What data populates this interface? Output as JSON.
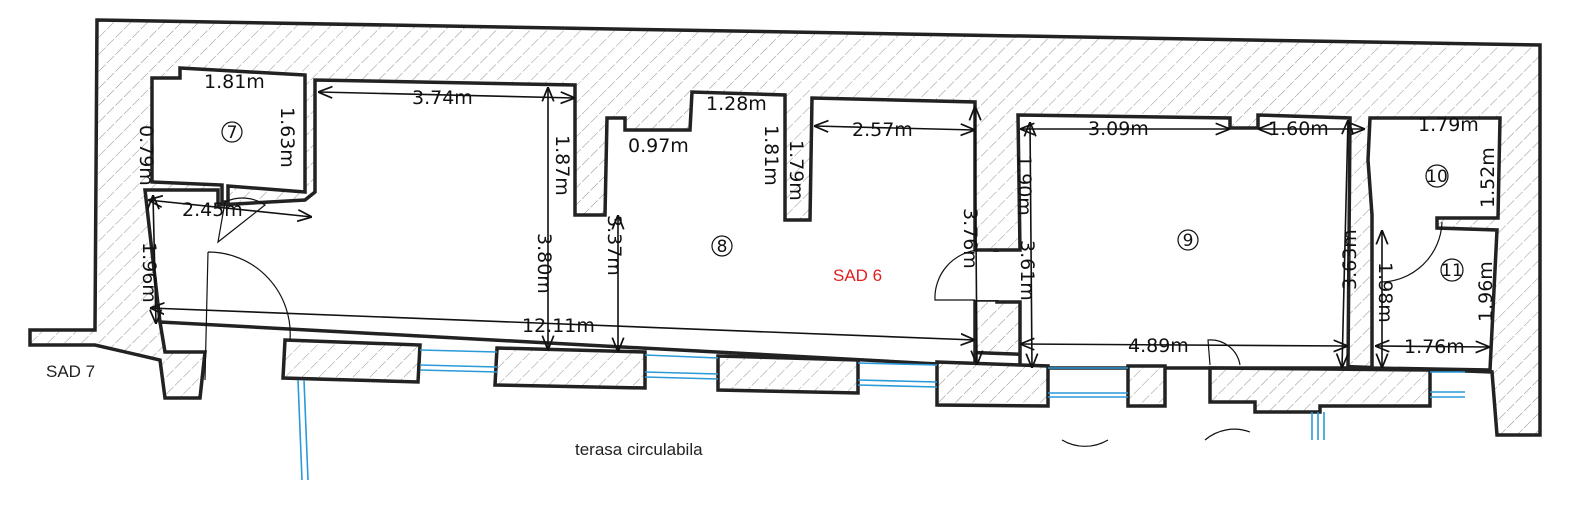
{
  "labels": {
    "zone_main": "SAD 6",
    "zone_left": "SAD 7",
    "terrace": "terasa circulabila"
  },
  "rooms": [
    "7",
    "8",
    "9",
    "10",
    "11"
  ],
  "dimensions": {
    "r7_top": "1.81m",
    "r7_right": "1.63m",
    "r7_left": "0.79m",
    "corridor_width": "2.45m",
    "corridor_left": "1.96m",
    "r8_top_left": "3.74m",
    "r8_recess1": "1.87m",
    "r8_height_left": "3.80m",
    "r8_height_mid": "3.37m",
    "r8_recess_w": "0.97m",
    "r8_top_mid": "1.28m",
    "r8_recess2": "1.81m",
    "r8_recess3": "1.79m",
    "r8_top_right": "2.57m",
    "r8_height_right": "3.76m",
    "total_length": "12.11m",
    "r9_top_left": "3.09m",
    "r9_top_right": "1.60m",
    "r9_left_upper": "1.90m",
    "r9_height_left": "3.61m",
    "r9_height_right": "3.63m",
    "r9_bottom": "4.89m",
    "r10_top": "1.79m",
    "r10_right": "1.52m",
    "r11_left": "1.98m",
    "r11_right": "1.96m",
    "r11_bottom": "1.76m"
  },
  "colors": {
    "wall": "#222222",
    "window": "#2a9ad8",
    "zone_label": "#e02020"
  }
}
